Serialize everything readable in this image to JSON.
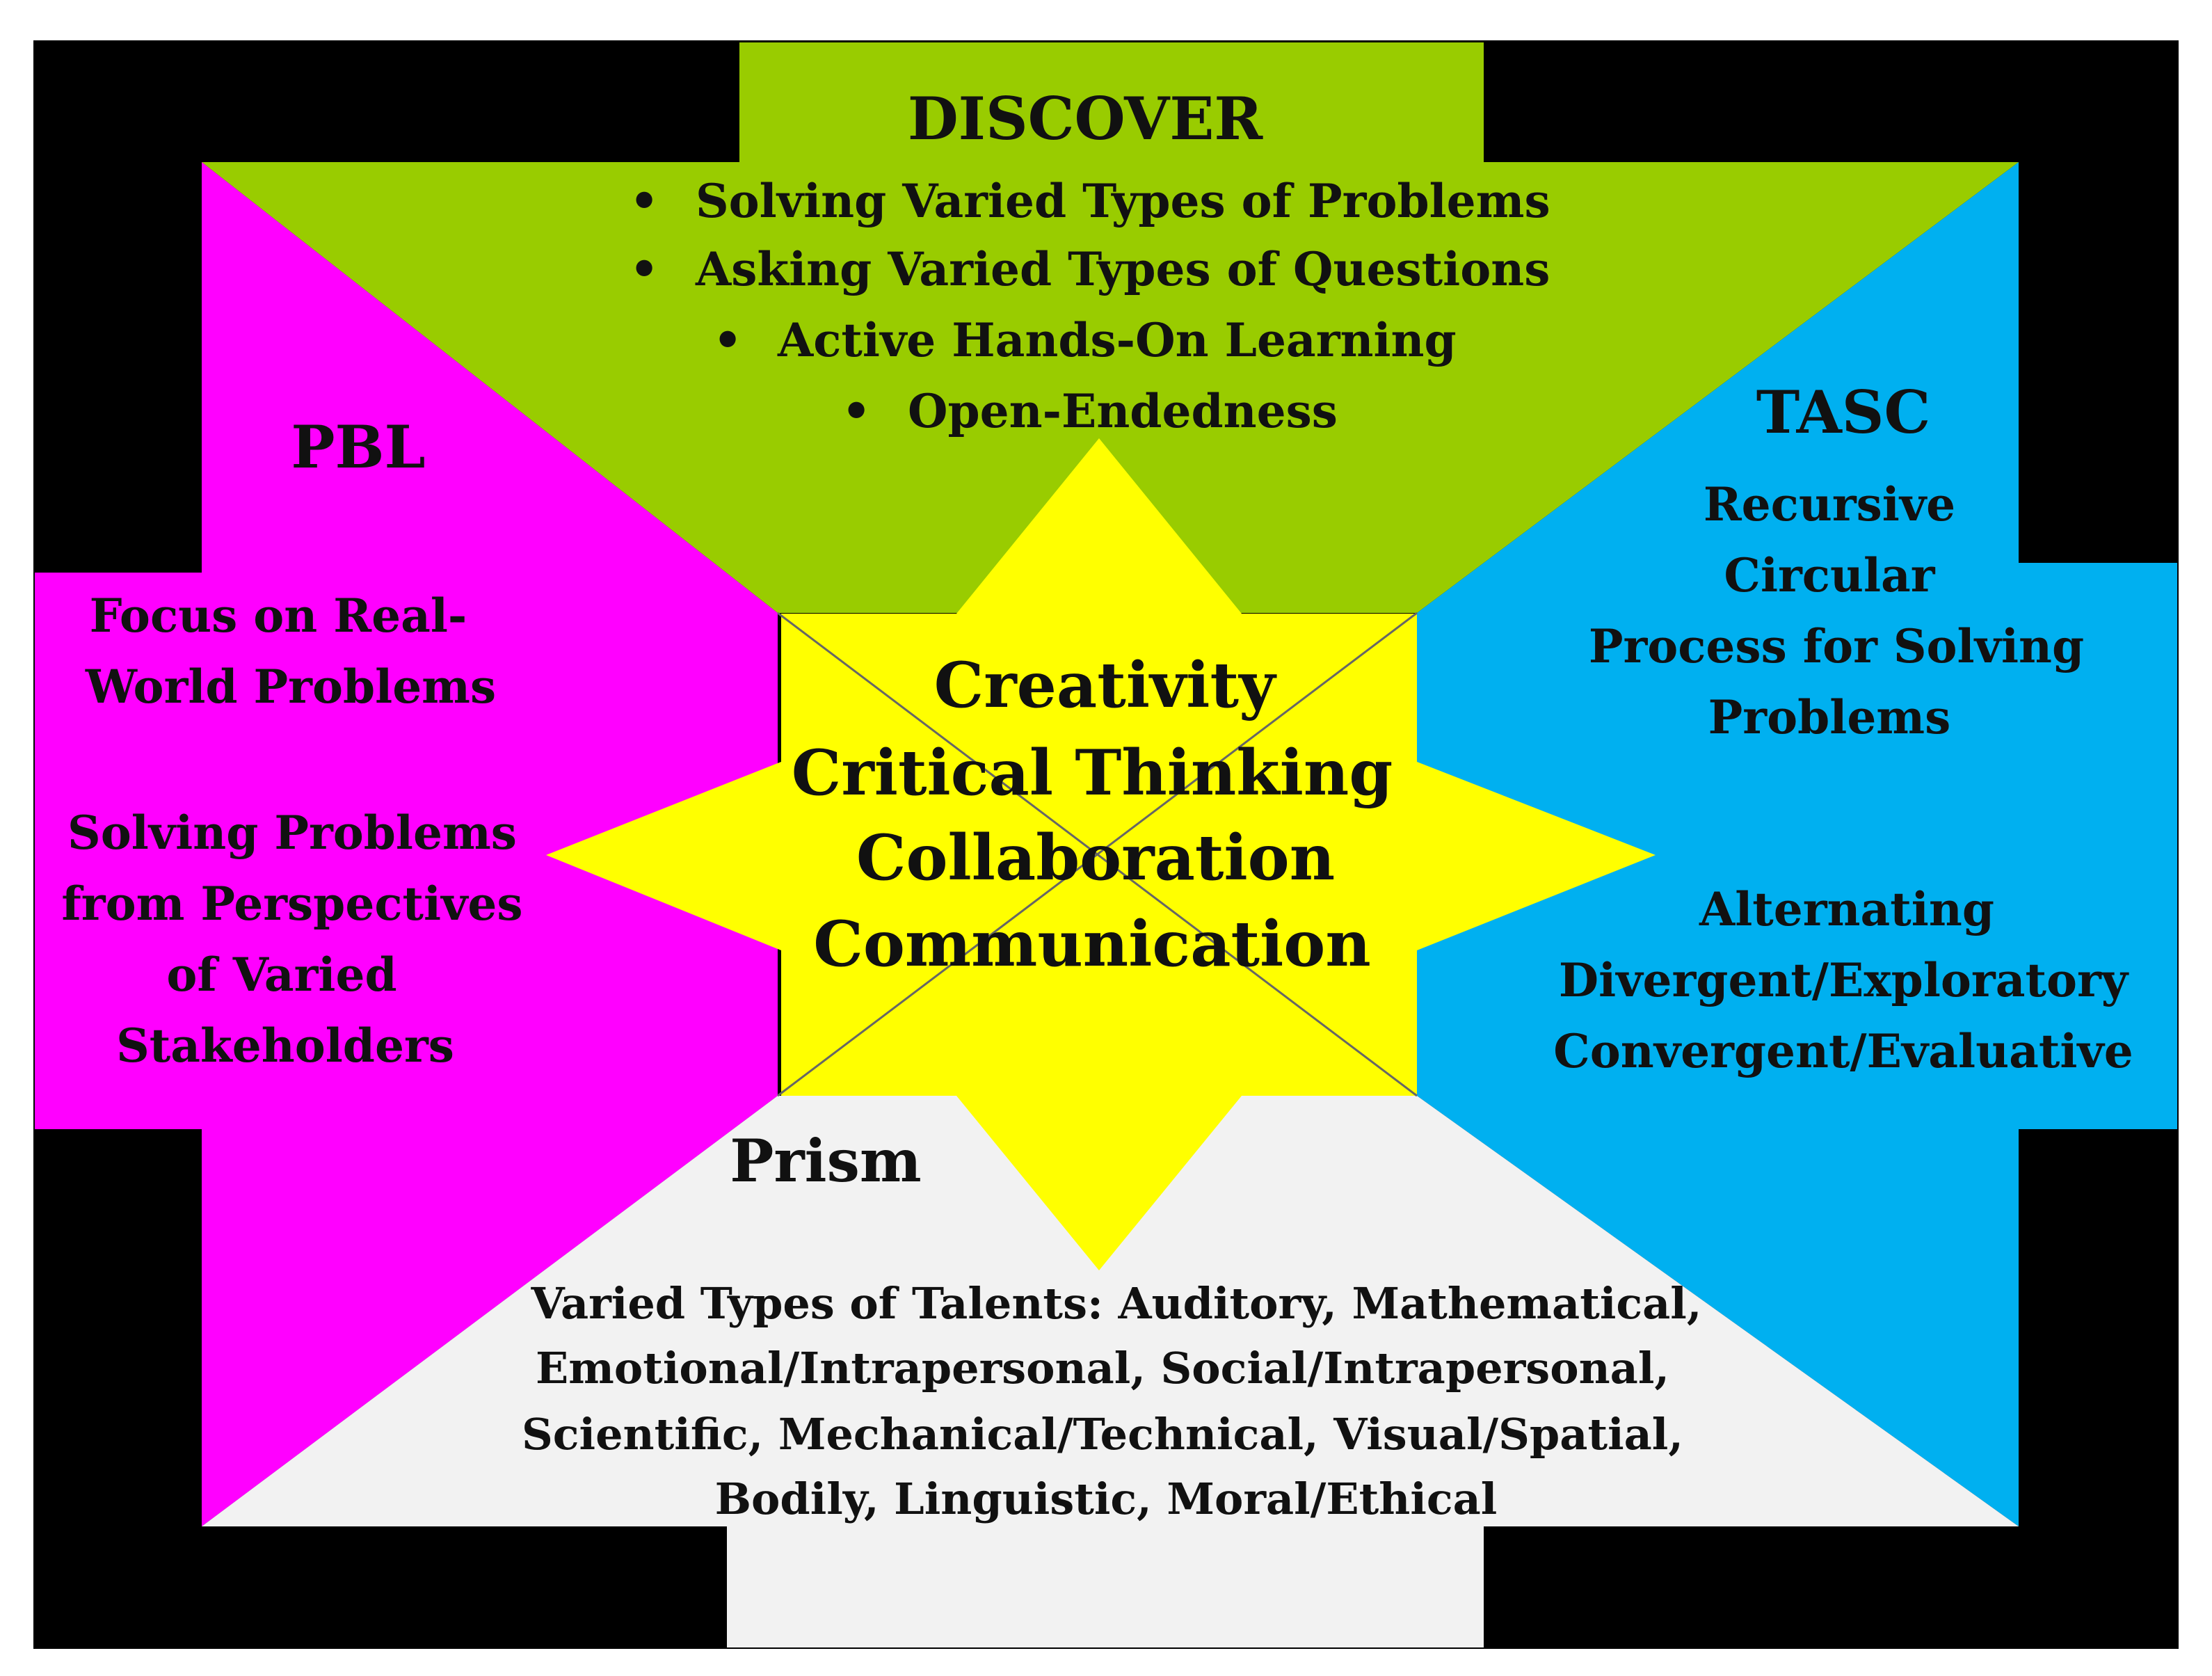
{
  "colors": {
    "frame": "#000000",
    "discover": "#99cc00",
    "pbl": "#ff00ff",
    "tasc": "#00b0f0",
    "prism": "#f2f2f2",
    "center_star": "#ffff00",
    "text": "#111111"
  },
  "discover": {
    "title": "DISCOVER",
    "bullet_glyph": "•",
    "items": [
      "Solving Varied Types of Problems",
      "Asking Varied Types of Questions",
      "Active Hands-On Learning",
      "Open-Endedness"
    ]
  },
  "pbl": {
    "title": "PBL",
    "lines": [
      "Focus on Real-",
      "World Problems",
      "Solving Problems",
      "from Perspectives",
      "of Varied",
      "Stakeholders"
    ]
  },
  "tasc": {
    "title": "TASC",
    "lines": [
      "Recursive",
      "Circular",
      "Process for Solving",
      "Problems",
      "Alternating",
      "Divergent/Exploratory",
      "Convergent/Evaluative"
    ]
  },
  "prism": {
    "title": "Prism",
    "lines": [
      "Varied Types of Talents: Auditory, Mathematical,",
      "Emotional/Intrapersonal, Social/Intrapersonal,",
      "Scientific, Mechanical/Technical, Visual/Spatial,",
      "Bodily, Linguistic, Moral/Ethical"
    ]
  },
  "center": {
    "lines": [
      "Creativity",
      "Critical Thinking",
      "Collaboration",
      "Communication"
    ]
  }
}
